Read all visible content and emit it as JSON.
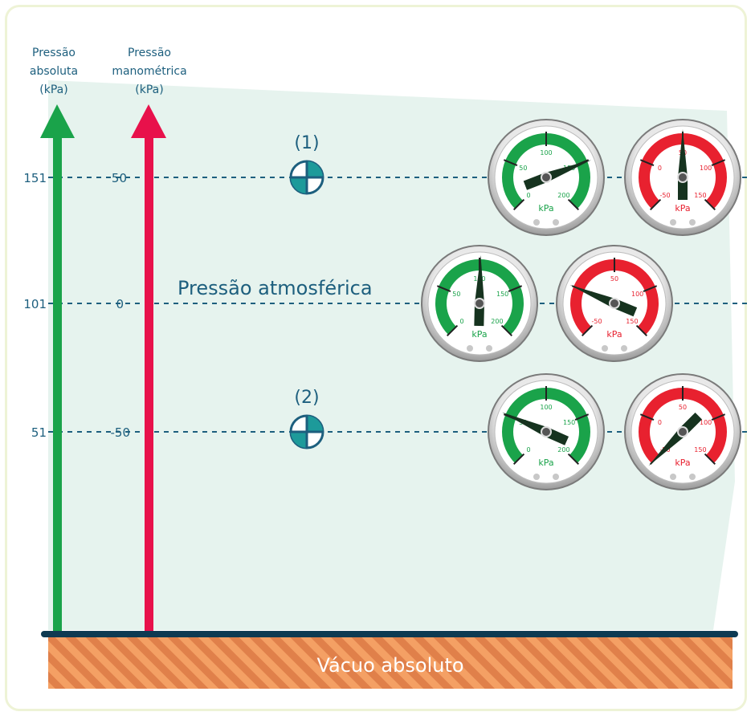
{
  "axes": {
    "absolute": {
      "title_line1": "Pressão",
      "title_line2": "absoluta",
      "unit": "(kPa)",
      "color": "#1aa34a"
    },
    "gauge": {
      "title_line1": "Pressão",
      "title_line2": "manométrica",
      "unit": "(kPa)",
      "color": "#e8114b"
    }
  },
  "levels": [
    {
      "absolute": "151",
      "gauge": "50",
      "marker": "(1)"
    },
    {
      "absolute": "101",
      "gauge": "0",
      "label": "Pressão atmosférica"
    },
    {
      "absolute": "51",
      "gauge": "-50",
      "marker": "(2)"
    }
  ],
  "vacuum_label": "Vácuo absoluto",
  "gauges": {
    "unit": "kPa",
    "absolute_ticks": [
      "0",
      "50",
      "100",
      "150",
      "200"
    ],
    "gauge_ticks": [
      "-50",
      "0",
      "50",
      "100",
      "150"
    ],
    "readings": [
      {
        "row": "151",
        "green_value": 151,
        "red_value": 50
      },
      {
        "row": "101",
        "green_value": 101,
        "red_value": 0
      },
      {
        "row": "51",
        "green_value": 51,
        "red_value": -50
      }
    ]
  },
  "colors": {
    "background_band": "#e6f3ee",
    "dashed_line": "#1d5f7e",
    "text": "#1d5f7e",
    "ground_fill": "#f08a4b",
    "ground_line": "#0e3a52",
    "green": "#1aa34a",
    "red": "#e8212f"
  }
}
